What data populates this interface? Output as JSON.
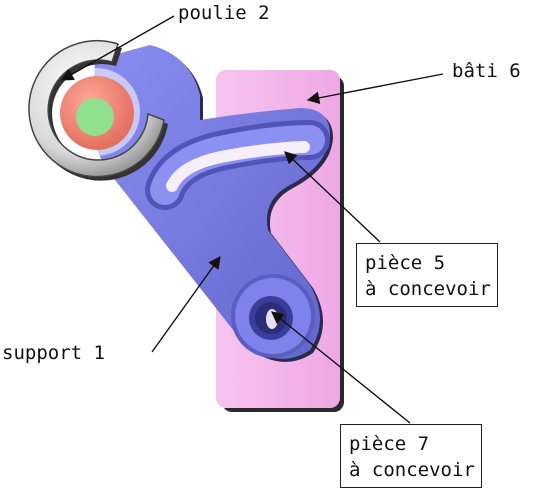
{
  "labels": {
    "poulie": "poulie 2",
    "bati": "bâti 6",
    "piece5_line1": "pièce 5",
    "piece5_line2": "à concevoir",
    "support": "support 1",
    "piece7_line1": "pièce 7",
    "piece7_line2": "à concevoir"
  },
  "colors": {
    "bati": "#f4b8ec",
    "support": "#7478e0",
    "pulley_ring": "#e6e6e6",
    "pulley_hub": "#f08878",
    "pulley_center": "#90e090",
    "arrows": "#111111"
  }
}
